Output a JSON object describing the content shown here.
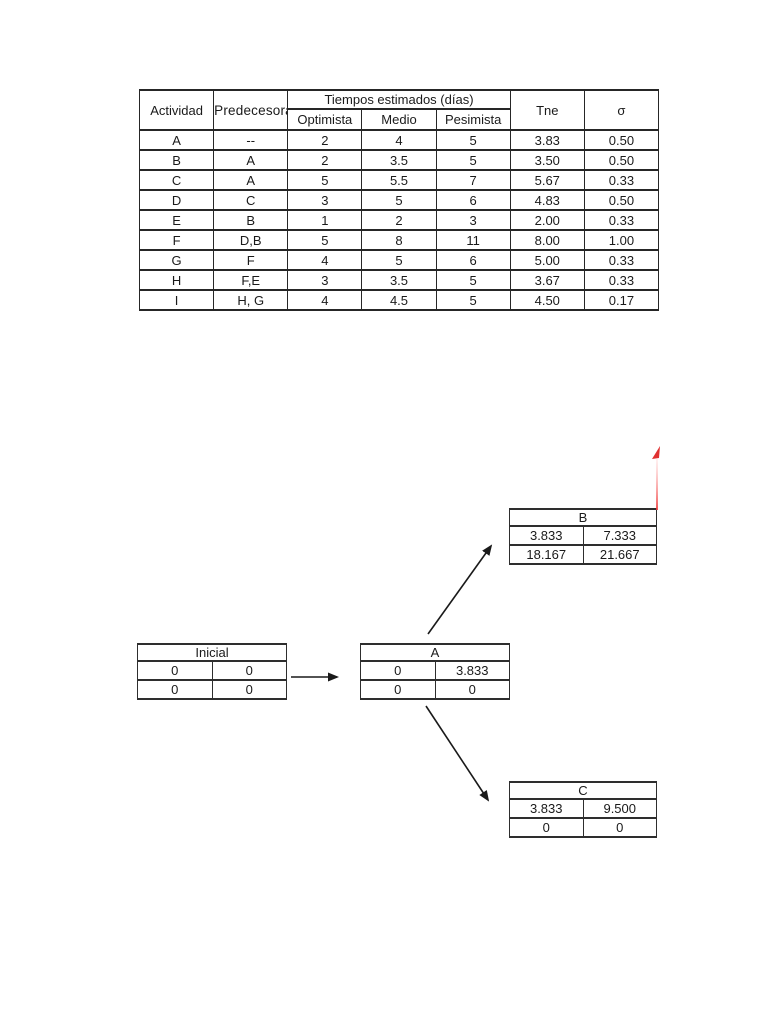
{
  "page": {
    "background": "#ffffff",
    "text_color": "#1a1a1a",
    "border_color": "#262626",
    "accent_red": "#e03131"
  },
  "activity_table": {
    "headers": {
      "actividad": "Actividad",
      "predecesoras": "Predecesoras",
      "tiempos": "Tiempos estimados (días)",
      "optimista": "Optimista",
      "medio": "Medio",
      "pesimista": "Pesimista",
      "tne": "Tne",
      "sigma": "σ"
    },
    "rows": [
      {
        "actividad": "A",
        "predecesoras": "--",
        "optimista": "2",
        "medio": "4",
        "pesimista": "5",
        "tne": "3.83",
        "sigma": "0.50"
      },
      {
        "actividad": "B",
        "predecesoras": "A",
        "optimista": "2",
        "medio": "3.5",
        "pesimista": "5",
        "tne": "3.50",
        "sigma": "0.50"
      },
      {
        "actividad": "C",
        "predecesoras": "A",
        "optimista": "5",
        "medio": "5.5",
        "pesimista": "7",
        "tne": "5.67",
        "sigma": "0.33"
      },
      {
        "actividad": "D",
        "predecesoras": "C",
        "optimista": "3",
        "medio": "5",
        "pesimista": "6",
        "tne": "4.83",
        "sigma": "0.50"
      },
      {
        "actividad": "E",
        "predecesoras": "B",
        "optimista": "1",
        "medio": "2",
        "pesimista": "3",
        "tne": "2.00",
        "sigma": "0.33"
      },
      {
        "actividad": "F",
        "predecesoras": "D,B",
        "optimista": "5",
        "medio": "8",
        "pesimista": "11",
        "tne": "8.00",
        "sigma": "1.00"
      },
      {
        "actividad": "G",
        "predecesoras": "F",
        "optimista": "4",
        "medio": "5",
        "pesimista": "6",
        "tne": "5.00",
        "sigma": "0.33"
      },
      {
        "actividad": "H",
        "predecesoras": "F,E",
        "optimista": "3",
        "medio": "3.5",
        "pesimista": "5",
        "tne": "3.67",
        "sigma": "0.33"
      },
      {
        "actividad": "I",
        "predecesoras": "H, G",
        "optimista": "4",
        "medio": "4.5",
        "pesimista": "5",
        "tne": "4.50",
        "sigma": "0.17"
      }
    ]
  },
  "pert_diagram": {
    "nodes": {
      "inicial": {
        "title": "Inicial",
        "r1c1": "0",
        "r1c2": "0",
        "r2c1": "0",
        "r2c2": "0"
      },
      "a": {
        "title": "A",
        "r1c1": "0",
        "r1c2": "3.833",
        "r2c1": "0",
        "r2c2": "0"
      },
      "b": {
        "title": "B",
        "r1c1": "3.833",
        "r1c2": "7.333",
        "r2c1": "18.167",
        "r2c2": "21.667"
      },
      "c": {
        "title": "C",
        "r1c1": "3.833",
        "r1c2": "9.500",
        "r2c1": "0",
        "r2c2": "0"
      }
    },
    "edges": [
      "Inicial-A",
      "A-B",
      "A-C"
    ]
  }
}
